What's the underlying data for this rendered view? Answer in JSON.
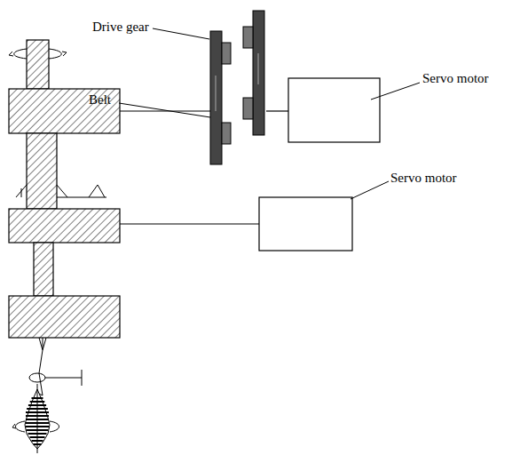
{
  "diagram": {
    "labels": [
      "Drive gear",
      "Belt",
      "Servo motor",
      "Servo motor"
    ]
  }
}
